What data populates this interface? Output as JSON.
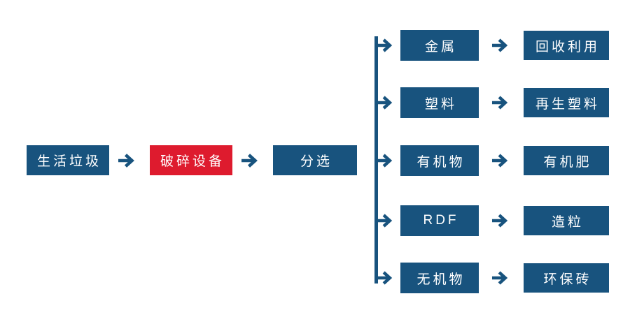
{
  "colors": {
    "primary": "#18537E",
    "accent_red": "#DE1B2E",
    "box_text": "#FFFFFF",
    "background": "#FFFFFF"
  },
  "diagram": {
    "main_flow": {
      "source": "生活垃圾",
      "crusher": "破碎设备",
      "sorting": "分选"
    },
    "branches": [
      {
        "category": "金属",
        "result": "回收利用"
      },
      {
        "category": "塑料",
        "result": "再生塑料"
      },
      {
        "category": "有机物",
        "result": "有机肥"
      },
      {
        "category": "RDF",
        "result": "造粒"
      },
      {
        "category": "无机物",
        "result": "环保砖"
      }
    ]
  }
}
